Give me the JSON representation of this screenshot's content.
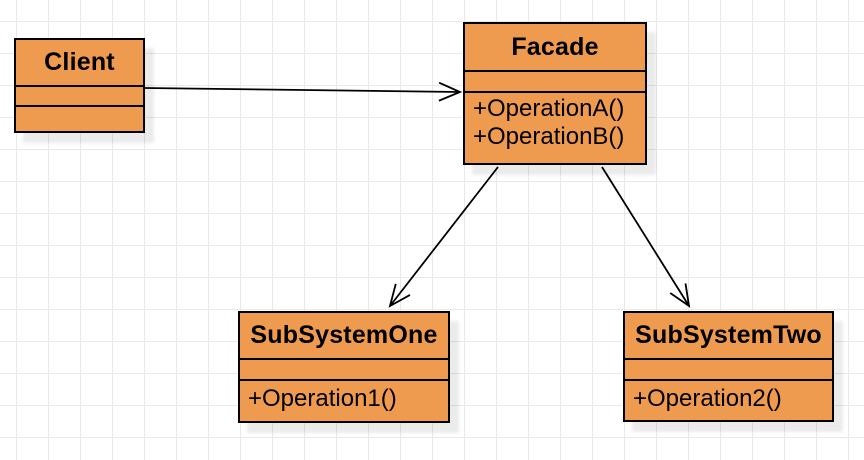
{
  "diagram": {
    "classes": {
      "client": {
        "name": "Client",
        "attributes": [],
        "methods": []
      },
      "facade": {
        "name": "Facade",
        "attributes": [],
        "methods": [
          "+OperationA()",
          "+OperationB()"
        ]
      },
      "subsystem_one": {
        "name": "SubSystemOne",
        "attributes": [],
        "methods": [
          "+Operation1()"
        ]
      },
      "subsystem_two": {
        "name": "SubSystemTwo",
        "attributes": [],
        "methods": [
          "+Operation2()"
        ]
      }
    },
    "edges": [
      {
        "from": "Client",
        "to": "Facade",
        "type": "open-arrow"
      },
      {
        "from": "Facade",
        "to": "SubSystemOne",
        "type": "open-arrow"
      },
      {
        "from": "Facade",
        "to": "SubSystemTwo",
        "type": "open-arrow"
      }
    ],
    "colors": {
      "node_fill": "#EF9B4F",
      "node_border": "#000000",
      "edge_stroke": "#000000",
      "canvas_bg": "#FFFFFF",
      "grid_line": "#E9E9E9"
    }
  }
}
